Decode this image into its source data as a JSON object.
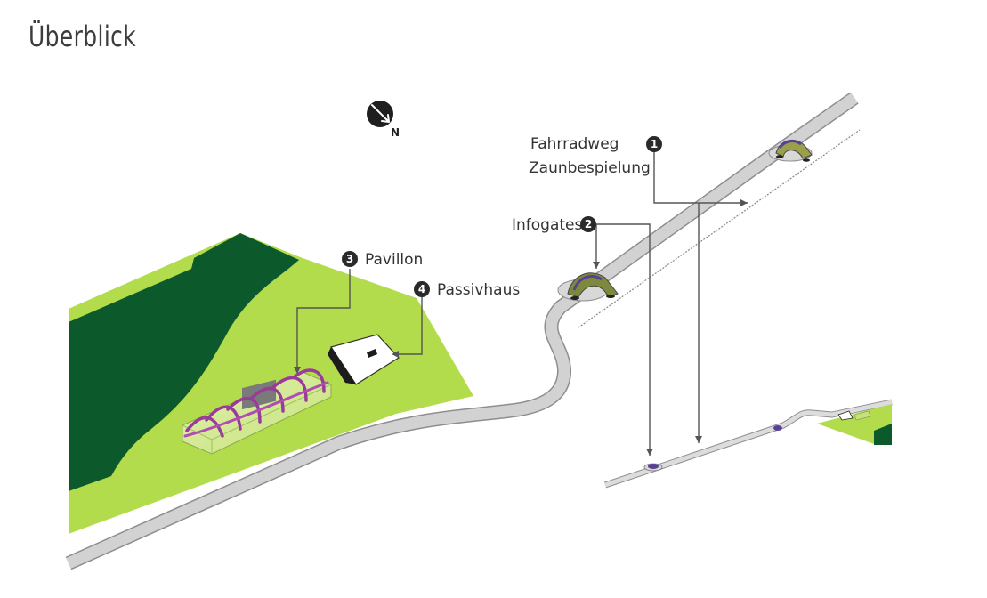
{
  "title": "Überblick",
  "compass": {
    "label": "N"
  },
  "callouts": [
    {
      "number": "1",
      "lines": [
        "Fahrradweg",
        "Zaunbespielung"
      ]
    },
    {
      "number": "2",
      "label": "Infogates"
    },
    {
      "number": "3",
      "label": "Pavillon"
    },
    {
      "number": "4",
      "label": "Passivhaus"
    }
  ],
  "colors": {
    "field_light": "#b3dc4c",
    "field_dark": "#0c5a2c",
    "path": "#cfcfcf",
    "path_edge": "#8e8e8e",
    "leader": "#555555",
    "marker": "#2a2a2a",
    "pavillon_arc": "#9a3a9a",
    "gate": "#5a3f9a"
  }
}
